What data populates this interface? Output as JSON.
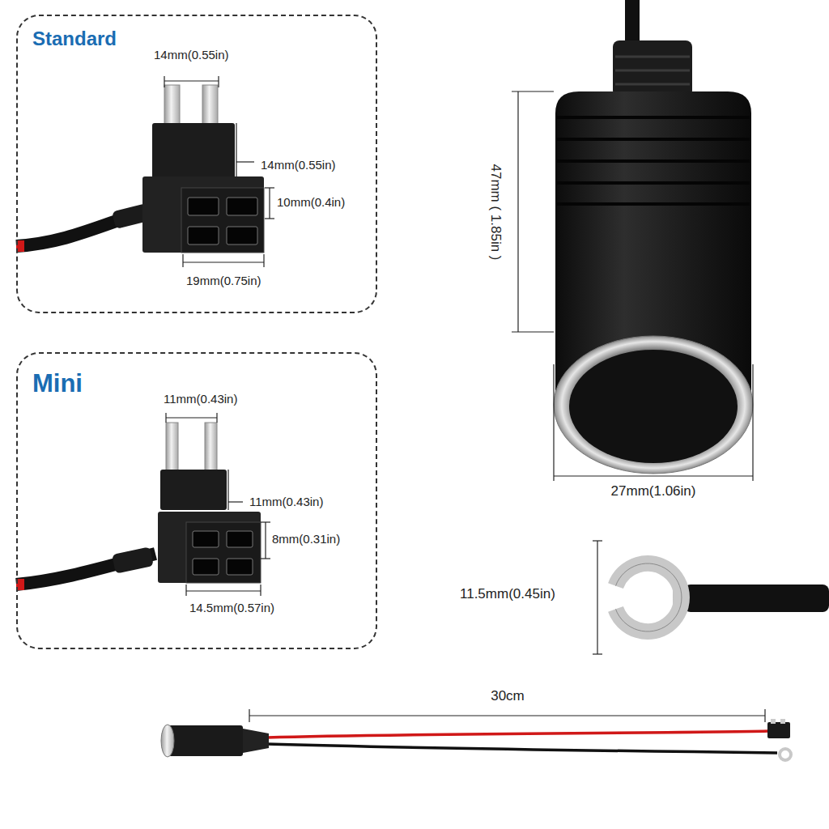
{
  "diagram": {
    "nodes": [
      {
        "text": [
          "Standard",
          "14mm(0.55in)",
          "14mm(0.55in)",
          "10mm(0.4in)",
          "19mm(0.75in)"
        ]
      },
      {
        "text": [
          "Mini",
          "11mm(0.43in)",
          "11mm(0.43in)",
          "8mm(0.31in)",
          "14.5mm(0.57in)"
        ]
      }
    ],
    "labels": [
      "47mm ( 1.85in )",
      "27mm(1.06in)",
      "11.5mm(0.45in)",
      "30cm"
    ]
  }
}
